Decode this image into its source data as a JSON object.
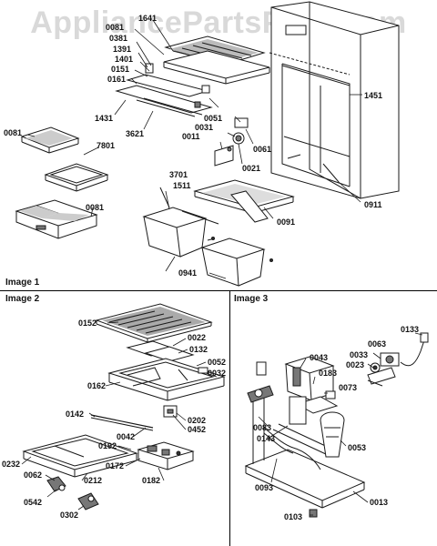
{
  "watermark": "AppliancePartsPros.com",
  "sections": [
    "Image 1",
    "Image 2",
    "Image 3"
  ],
  "parts": {
    "image1": [
      "1641",
      "0081",
      "0381",
      "1391",
      "1401",
      "0151",
      "0161",
      "1431",
      "3621",
      "0051",
      "0031",
      "0011",
      "0061",
      "0021",
      "1451",
      "0081",
      "7801",
      "0081",
      "3701",
      "1511",
      "0091",
      "0941",
      "0911"
    ],
    "image2": [
      "0152",
      "0022",
      "0132",
      "0052",
      "0032",
      "0162",
      "0142",
      "0202",
      "0452",
      "0042",
      "0192",
      "0172",
      "0182",
      "0232",
      "0062",
      "0212",
      "0542",
      "0302"
    ],
    "image3": [
      "0133",
      "0043",
      "0063",
      "0033",
      "0023",
      "0183",
      "0073",
      "0083",
      "0143",
      "0053",
      "0093",
      "0013",
      "0103"
    ]
  },
  "colors": {
    "line": "#1a1a1a",
    "fill": "#ffffff",
    "shade": "#7a7a7a",
    "watermark": "#d9d9d9"
  }
}
